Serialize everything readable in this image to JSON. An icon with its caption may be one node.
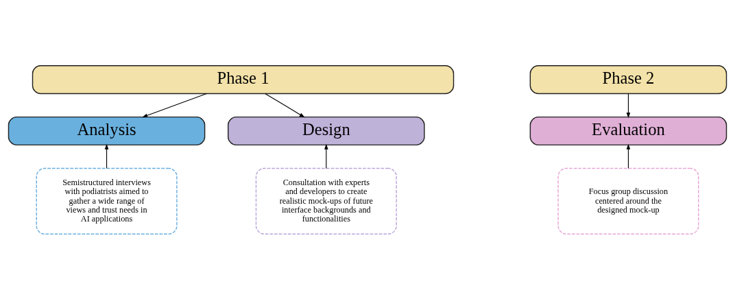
{
  "diagram": {
    "nodes": [
      {
        "text": [
          "Phase 1"
        ]
      },
      {
        "text": [
          "Phase 2"
        ]
      },
      {
        "text": [
          "Analysis"
        ]
      },
      {
        "text": [
          "Design"
        ]
      },
      {
        "text": [
          "Evaluation"
        ]
      },
      {
        "text": [
          "Semistructured interviews with podiatrists aimed to gather a wide range of views and trust needs in AI applications"
        ]
      },
      {
        "text": [
          "Consultation with experts and developers to create realistic mock-ups of future interface backgrounds and functionalities"
        ]
      },
      {
        "text": [
          "Focus group discussion centered around the designed mock-up"
        ]
      }
    ],
    "edges": [
      {
        "from": 0,
        "to": 2,
        "arrow": "to"
      },
      {
        "from": 0,
        "to": 3,
        "arrow": "to"
      },
      {
        "from": 1,
        "to": 4,
        "arrow": "to"
      },
      {
        "from": 5,
        "to": 2,
        "arrow": "to"
      },
      {
        "from": 6,
        "to": 3,
        "arrow": "to"
      },
      {
        "from": 7,
        "to": 4,
        "arrow": "to"
      }
    ]
  }
}
